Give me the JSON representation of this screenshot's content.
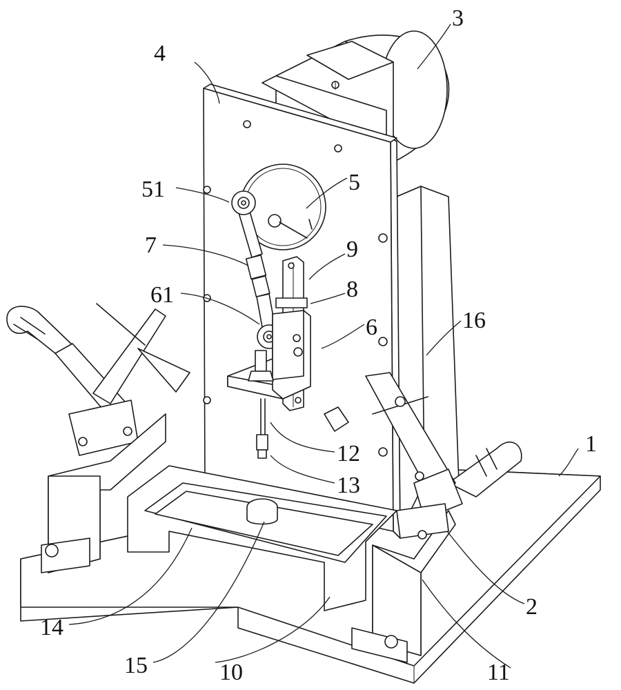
{
  "labels": {
    "l1": "1",
    "l2": "2",
    "l3": "3",
    "l4": "4",
    "l5": "5",
    "l51": "51",
    "l6": "6",
    "l61": "61",
    "l7": "7",
    "l8": "8",
    "l9": "9",
    "l10": "10",
    "l11": "11",
    "l12": "12",
    "l13": "13",
    "l14": "14",
    "l15": "15",
    "l16": "16"
  }
}
